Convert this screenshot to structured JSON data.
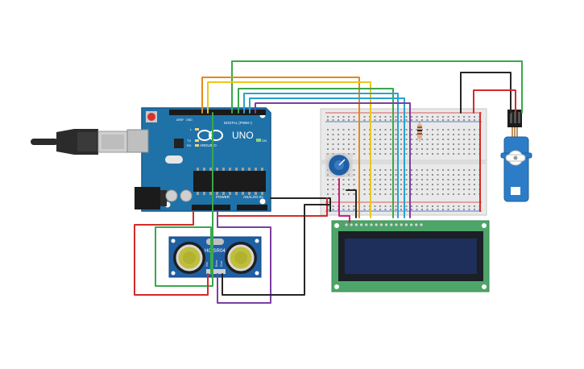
{
  "arduino": {
    "brand": "ARDUINO",
    "model": "UNO",
    "digital_label": "DIGITAL (PWM~)",
    "power_label": "POWER",
    "analog_label": "ANALOG IN",
    "aref_label": "AREF",
    "gnd_label": "GND",
    "led_l": "L",
    "led_tx": "TX",
    "led_rx": "RX",
    "led_on": "ON"
  },
  "sensor": {
    "model": "HC-SR04",
    "pins": [
      "Vcc",
      "Trig",
      "Echo",
      "Gnd"
    ]
  },
  "colors": {
    "board": "#1f72a8",
    "board_dark": "#16598a",
    "breadboard": "#e9e9e9",
    "lcd_pcb": "#4ea56a",
    "lcd_screen": "#1f2f5c",
    "servo": "#2d7cc7",
    "wire_red": "#d42a2a",
    "wire_black": "#262626",
    "wire_green": "#3aa84a",
    "wire_orange": "#e48a1a",
    "wire_yellow": "#e8c81b",
    "wire_blue": "#27a4cf",
    "wire_purple": "#7b3fa0",
    "wire_magenta": "#c7247c"
  },
  "icons": {
    "usb": "usb-plug-icon",
    "potentiometer": "potentiometer-icon",
    "servo": "servo-motor-icon"
  }
}
